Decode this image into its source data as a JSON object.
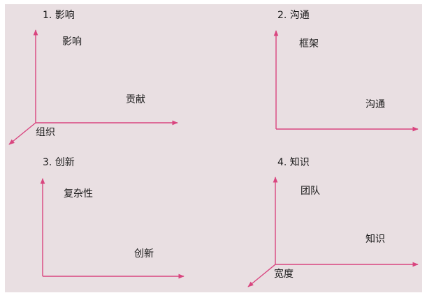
{
  "axis_color": "#d9457f",
  "quadrants": [
    {
      "title": "1. 影响",
      "labels": {
        "y": "影响",
        "x": "贡献",
        "z": "组织"
      }
    },
    {
      "title": "2. 沟通",
      "labels": {
        "y": "框架",
        "x": "沟通"
      }
    },
    {
      "title": "3. 创新",
      "labels": {
        "y": "复杂性",
        "x": "创新"
      }
    },
    {
      "title": "4. 知识",
      "labels": {
        "y": "团队",
        "x": "知识",
        "z": "宽度"
      }
    }
  ]
}
